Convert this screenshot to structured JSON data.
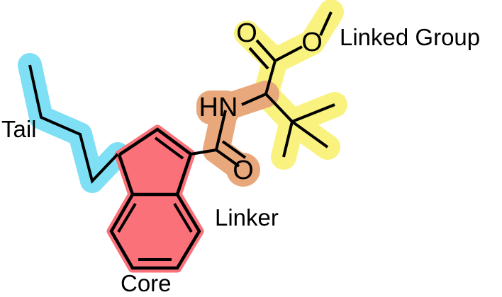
{
  "figure": {
    "type": "chemical-structure-annotated",
    "background_color": "#ffffff",
    "description": "Annotated small-molecule chemical structure diagram with four color-highlighted pharmacophore regions"
  },
  "palette": {
    "tail_highlight": "#7FE0F5",
    "core_highlight": "#FA7179",
    "linker_highlight": "#E8A87C",
    "linked_group_highlight": "#FAF27F",
    "bond_color": "#000000",
    "text_color": "#000000"
  },
  "labels": {
    "tail": "Tail",
    "core": "Core",
    "linker": "Linker",
    "linked_group": "Linked Group"
  },
  "atom_labels": {
    "amide_nh": "HN",
    "amide_carbonyl_o": "O",
    "ester_carbonyl_o": "O",
    "ester_o": "O"
  },
  "regions": [
    {
      "name": "tail",
      "label": "Tail",
      "highlight_color": "#7FE0F5",
      "fragment": "n-butyl chain",
      "atom_count": 4
    },
    {
      "name": "core",
      "label": "Core",
      "highlight_color": "#FA7179",
      "fragment": "indene (bicyclic cyclopentene fused to benzene)",
      "ring_count": 2
    },
    {
      "name": "linker",
      "label": "Linker",
      "highlight_color": "#E8A87C",
      "fragment": "amide C(=O)NH",
      "atom_count": 3
    },
    {
      "name": "linked_group",
      "label": "Linked Group",
      "highlight_color": "#FAF27F",
      "fragment": "methyl 3,3-dimethylbutanoate (tert-leucine methyl ester)",
      "atom_count": 9
    }
  ]
}
